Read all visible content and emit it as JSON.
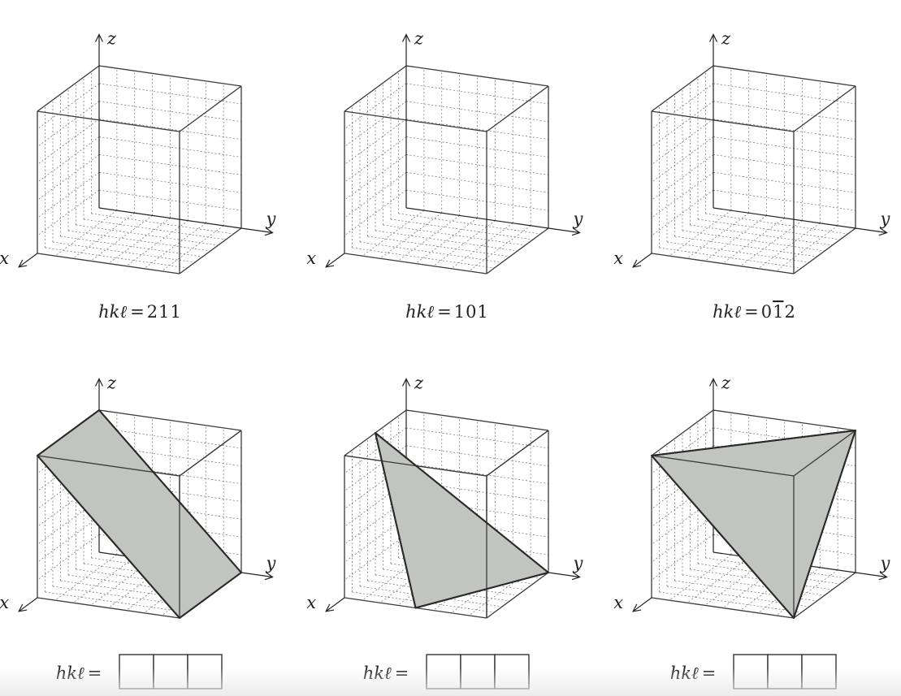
{
  "axes": {
    "x": "x",
    "y": "y",
    "z": "z"
  },
  "caption_prefix": "hkℓ",
  "equals": "=",
  "top_row": [
    {
      "id": "cube-211",
      "hkl": [
        "2",
        "1",
        "1"
      ]
    },
    {
      "id": "cube-101",
      "hkl": [
        "1",
        "0",
        "1"
      ]
    },
    {
      "id": "cube-0-1bar-2",
      "hkl": [
        "0",
        "1",
        "2"
      ],
      "overbar_index": 1
    }
  ],
  "bottom_row": [
    {
      "id": "plane-a",
      "plane": [
        [
          0,
          0,
          1
        ],
        [
          1,
          0,
          1
        ],
        [
          1,
          1,
          0
        ],
        [
          0,
          1,
          0
        ]
      ],
      "answer_boxes": [
        "",
        "",
        ""
      ]
    },
    {
      "id": "plane-b",
      "plane": [
        [
          0.5,
          0,
          1
        ],
        [
          0,
          1,
          0
        ],
        [
          1,
          0.5,
          0
        ]
      ],
      "answer_boxes": [
        "",
        "",
        ""
      ]
    },
    {
      "id": "plane-c",
      "plane": [
        [
          1,
          0,
          1
        ],
        [
          0,
          1,
          1
        ],
        [
          1,
          1,
          0
        ]
      ],
      "answer_boxes": [
        "",
        "",
        ""
      ]
    }
  ],
  "colors": {
    "plane_fill": "#c2c4bf",
    "edge": "#3a3a3a",
    "grid": "#6a6a6a"
  }
}
